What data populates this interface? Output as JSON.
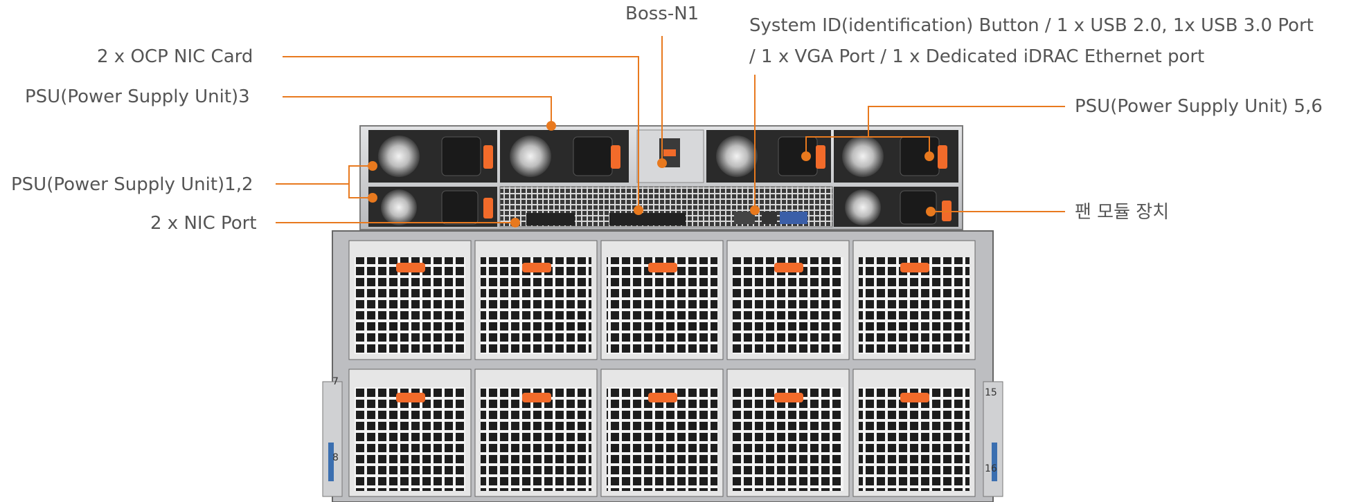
{
  "labels": {
    "boss": "Boss-N1",
    "system_id_line1": "System ID(identification) Button / 1 x USB 2.0, 1x USB 3.0 Port",
    "system_id_line2": "/ 1 x VGA Port / 1 x Dedicated iDRAC Ethernet port",
    "ocp": "2 x OCP NIC Card",
    "psu3": "PSU(Power Supply Unit)3",
    "psu56": "PSU(Power Supply Unit) 5,6",
    "psu12": "PSU(Power Supply Unit)1,2",
    "nic": "2 x NIC Port",
    "fan": "팬 모듈 장치"
  },
  "colors": {
    "callout": "#e8791e",
    "chassis": "#c9cacc",
    "dark": "#2b2b2b",
    "handle": "#f26b2a"
  },
  "slot_numbers": {
    "left_top": "7",
    "left_bottom": "8",
    "right_top": "15",
    "right_bottom": "16"
  }
}
